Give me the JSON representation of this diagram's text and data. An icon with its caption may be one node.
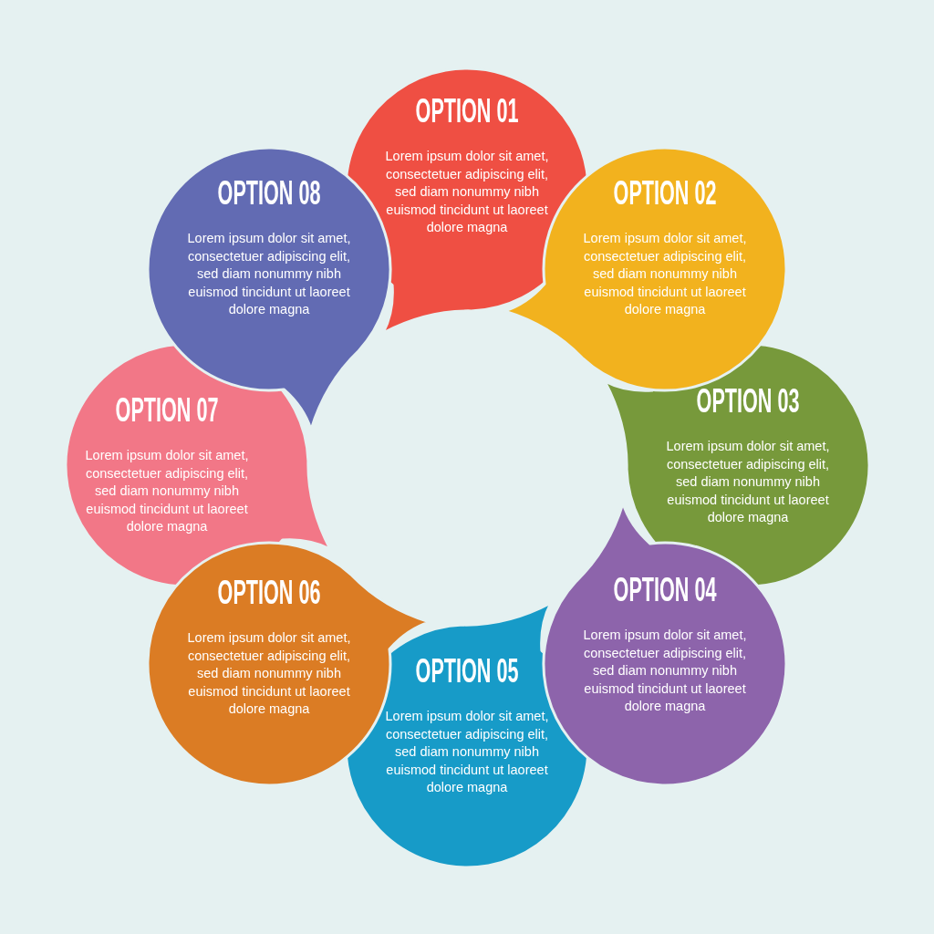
{
  "diagram": {
    "nodes": [
      {
        "text": [
          "OPTION 01",
          "Lorem ipsum dolor sit amet, consectetuer adipiscing elit, sed diam nonummy nibh euismod tincidunt ut laoreet dolore magna"
        ]
      },
      {
        "text": [
          "OPTION 02",
          "Lorem ipsum dolor sit amet, consectetuer adipiscing elit, sed diam nonummy nibh euismod tincidunt ut laoreet dolore magna"
        ]
      },
      {
        "text": [
          "OPTION 03",
          "Lorem ipsum dolor sit amet, consectetuer adipiscing elit, sed diam nonummy nibh euismod tincidunt ut laoreet dolore magna"
        ]
      },
      {
        "text": [
          "OPTION 04",
          "Lorem ipsum dolor sit amet, consectetuer adipiscing elit, sed diam nonummy nibh euismod tincidunt ut laoreet dolore magna"
        ]
      },
      {
        "text": [
          "OPTION 05",
          "Lorem ipsum dolor sit amet, consectetuer adipiscing elit, sed diam nonummy nibh euismod tincidunt ut laoreet dolore magna"
        ]
      },
      {
        "text": [
          "OPTION 06",
          "Lorem ipsum dolor sit amet, consectetuer adipiscing elit, sed diam nonummy nibh euismod tincidunt ut laoreet dolore magna"
        ]
      },
      {
        "text": [
          "OPTION 07",
          "Lorem ipsum dolor sit amet, consectetuer adipiscing elit, sed diam nonummy nibh euismod tincidunt ut laoreet dolore magna"
        ]
      },
      {
        "text": [
          "OPTION 08",
          "Lorem ipsum dolor sit amet, consectetuer adipiscing elit, sed diam nonummy nibh euismod tincidunt ut laoreet dolore magna"
        ]
      }
    ]
  }
}
